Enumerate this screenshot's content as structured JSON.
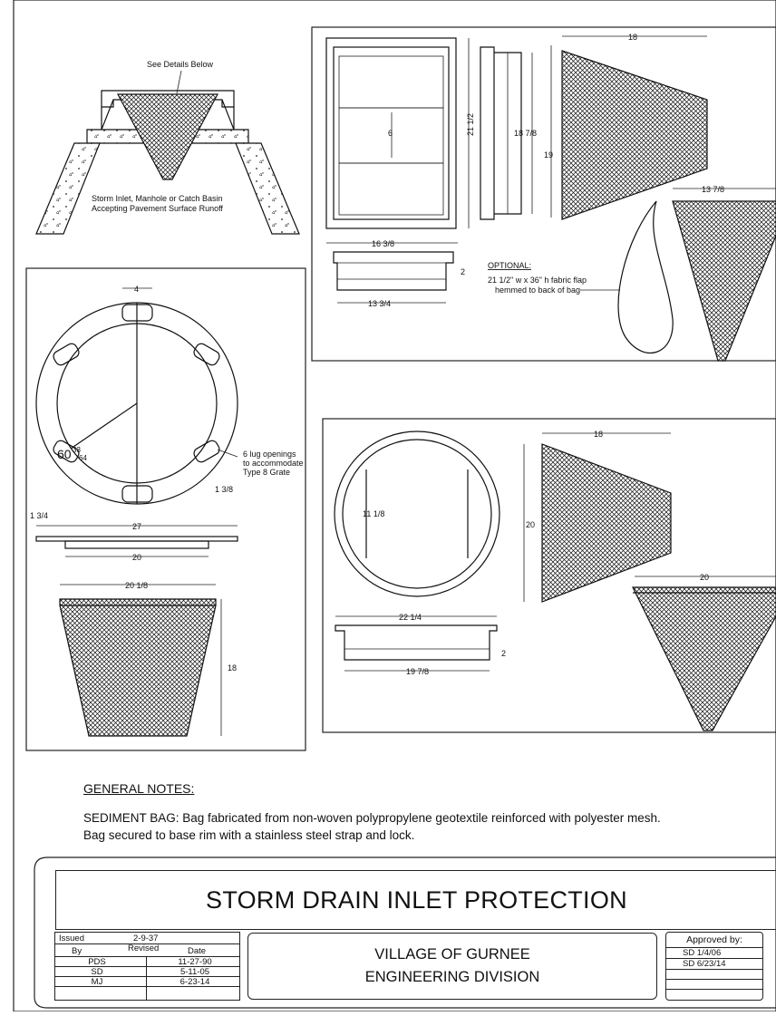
{
  "labels": {
    "see_details": "See Details Below",
    "inlet_caption_1": "Storm Inlet, Manhole or Catch Basin",
    "inlet_caption_2": "Accepting Pavement Surface Runoff",
    "lug_1": "6 lug openings",
    "lug_2": "to accommodate",
    "lug_3": "Type 8 Grate",
    "optional_title": "OPTIONAL:",
    "optional_1": "21 1/2\" w x 36\" h fabric flap",
    "optional_2": "hemmed to back of bag"
  },
  "dims": {
    "rect_18": "18",
    "rect_6": "6",
    "rect_21_1_2": "21 1/2",
    "rect_18_7_8": "18 7/8",
    "rect_19": "19",
    "rect_16_3_8": "16 3/8",
    "rect_2": "2",
    "rect_13_3_4": "13 3/4",
    "rect_13_7_8": "13 7/8",
    "circ_4": "4",
    "circ_angle_main": "60",
    "circ_angle_num": "33",
    "circ_angle_den": "64",
    "circ_1_3_8": "1 3/8",
    "circ_1_3_4": "1 3/4",
    "circ_27": "27",
    "circ_20": "20",
    "circ_20_1_8": "20 1/8",
    "circ_18": "18",
    "round_18": "18",
    "round_11_1_8": "11 1/8",
    "round_20": "20",
    "round_22_1_4": "22 1/4",
    "round_2": "2",
    "round_19_7_8": "19 7/8",
    "round_20b": "20"
  },
  "notes": {
    "title": "GENERAL NOTES:",
    "line1": "SEDIMENT BAG: Bag fabricated from non-woven polypropylene geotextile reinforced with polyester mesh.",
    "line2": "Bag secured to base rim with a stainless steel strap and lock."
  },
  "title_block": {
    "title": "STORM DRAIN INLET PROTECTION",
    "org_line1": "VILLAGE OF GURNEE",
    "org_line2": "ENGINEERING DIVISION",
    "issued_label": "Issued",
    "issued_date": "2-9-37",
    "by_label": "By",
    "revised_label": "Revised",
    "date_label": "Date",
    "revisions": [
      {
        "by": "PDS",
        "date": "11-27-90"
      },
      {
        "by": "SD",
        "date": "5-11-05"
      },
      {
        "by": "MJ",
        "date": "6-23-14"
      }
    ],
    "approved_label": "Approved by:",
    "approvals": [
      "SD  1/4/06",
      "SD  6/23/14"
    ]
  }
}
